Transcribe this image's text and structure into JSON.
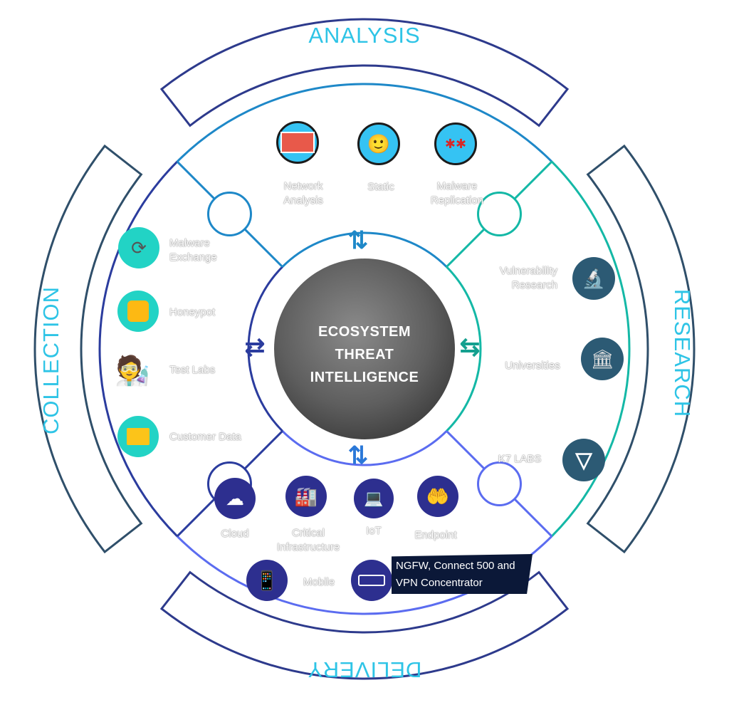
{
  "bands": {
    "analysis": "ANALYSIS",
    "research": "RESEARCH",
    "collection": "COLLECTION",
    "delivery": "DELIVERY"
  },
  "core": {
    "line1": "ECOSYSTEM",
    "line2": "THREAT",
    "line3": "INTELLIGENCE"
  },
  "analysis": {
    "items": [
      {
        "label": "Network Analysis",
        "icon": "monitor-chart-icon"
      },
      {
        "label": "Static",
        "icon": "person-avatar-icon"
      },
      {
        "label": "Malware Replication",
        "icon": "bugs-icon"
      }
    ]
  },
  "collection": {
    "items": [
      {
        "label": "Malware Exchange",
        "icon": "exchange-icon"
      },
      {
        "label": "Honeypot",
        "icon": "honeypot-icon"
      },
      {
        "label": "Test Labs",
        "icon": "scientist-icon"
      },
      {
        "label": "Customer Data",
        "icon": "folder-user-icon"
      }
    ]
  },
  "research": {
    "items": [
      {
        "label": "Vulnerability Research",
        "icon": "microscope-icon"
      },
      {
        "label": "Universities",
        "icon": "university-icon"
      },
      {
        "label": "K7 LABS",
        "icon": "k7-logo-icon"
      }
    ]
  },
  "delivery": {
    "items": [
      {
        "label": "Cloud",
        "icon": "cloud-icon"
      },
      {
        "label": "Critical Infrastructure",
        "icon": "factory-icon"
      },
      {
        "label": "IoT",
        "icon": "iot-network-icon"
      },
      {
        "label": "Endpoint",
        "icon": "hand-user-icon"
      },
      {
        "label": "Mobile",
        "icon": "mobile-icon"
      },
      {
        "label": "",
        "icon": "router-icon"
      }
    ],
    "tooltip": "NGFW, Connect 500 and VPN Concentrator"
  },
  "colors": {
    "band_label": "#2ec4e6",
    "navy": "#2d3a8c",
    "slate": "#2f4f6a",
    "analysis": "#1e88c8",
    "research": "#14b8a6",
    "collection": "#2b3c9e",
    "delivery": "#5b6cf0"
  }
}
